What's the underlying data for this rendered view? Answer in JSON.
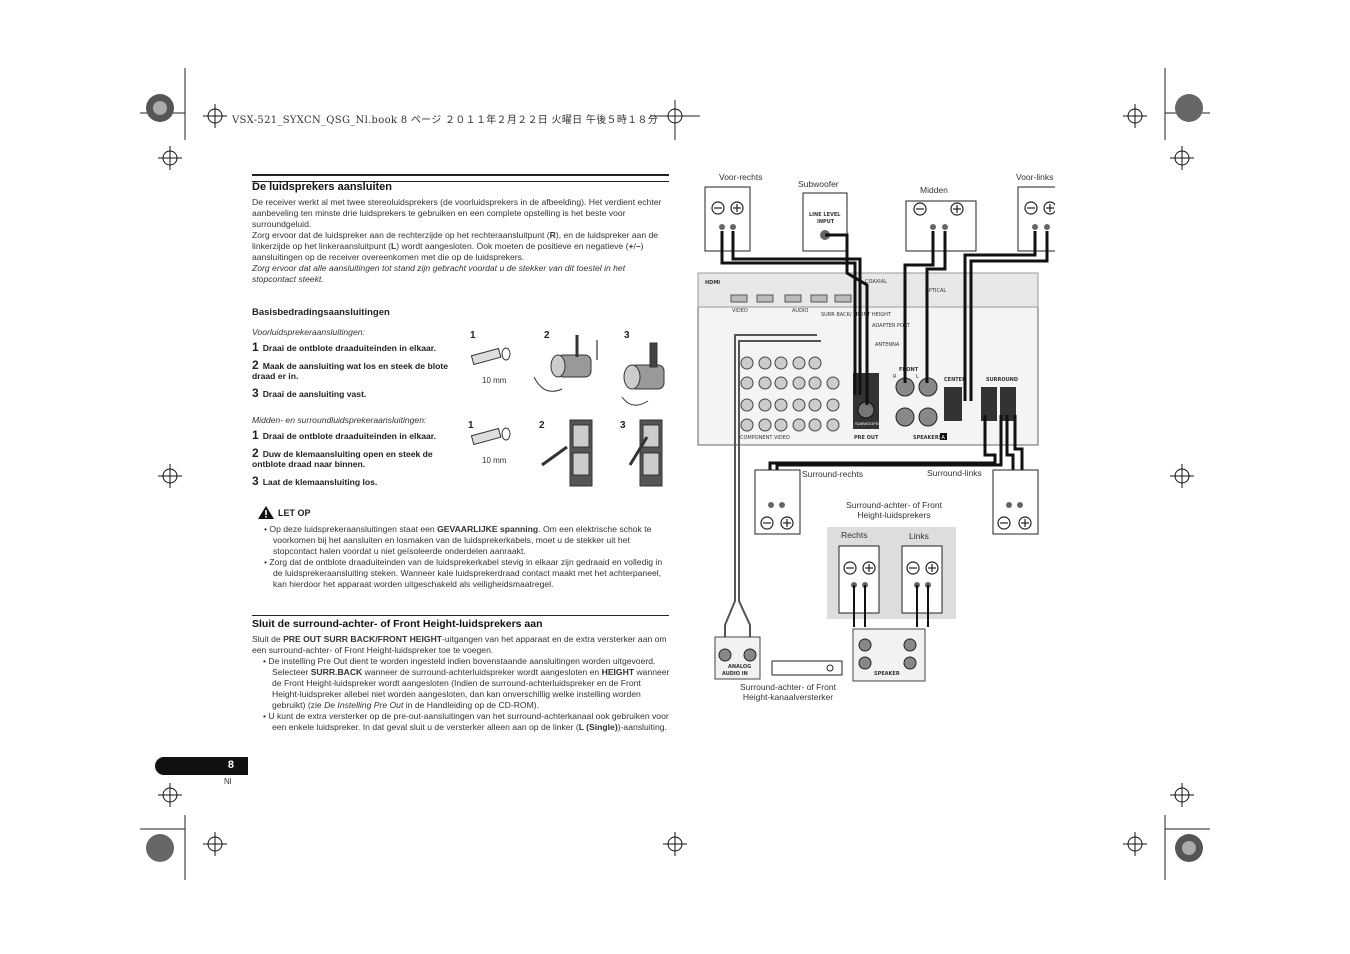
{
  "header": {
    "file_info": "VSX-521_SYXCN_QSG_Nl.book  8 ページ  ２０１１年２月２２日  火曜日  午後５時１８分"
  },
  "section1": {
    "title": "De luidsprekers aansluiten",
    "p1": "De receiver werkt al met twee stereoluidsprekers (de voorluidsprekers in de afbeelding). Het verdient echter aanbeveling ten minste drie luidsprekers te gebruiken en een complete opstelling is het beste voor surroundgeluid.",
    "p2_a": "Zorg ervoor dat de luidspreker aan de rechterzijde op het rechteraansluitpunt (",
    "p2_b": "R",
    "p2_c": "), en de luidspreker aan de linkerzijde op het linkeraansluitpunt (",
    "p2_d": "L",
    "p2_e": ") wordt aangesloten. Ook moeten de positieve en negatieve (",
    "p2_f": "+",
    "p2_g": "/",
    "p2_h": "–",
    "p2_i": ") aansluitingen op de receiver overeenkomen met die op de luidsprekers.",
    "p3": "Zorg ervoor dat alle aansluitingen tot stand zijn gebracht voordat u de stekker van dit toestel in het stopcontact steekt."
  },
  "basics": {
    "title": "Basisbedradingsaansluitingen",
    "front_sub": "Voorluidsprekeraansluitingen:",
    "front_steps": [
      {
        "n": "1",
        "text": "Draai de ontblote draaduiteinden in elkaar."
      },
      {
        "n": "2",
        "text": "Maak de aansluiting wat los en steek de blote draad er in."
      },
      {
        "n": "3",
        "text": "Draai de aansluiting vast."
      }
    ],
    "surround_sub": "Midden- en surroundluidsprekeraansluitingen:",
    "surround_steps": [
      {
        "n": "1",
        "text": "Draai de ontblote draaduiteinden in elkaar."
      },
      {
        "n": "2",
        "text": "Duw de klemaansluiting open en steek de ontblote draad naar binnen."
      },
      {
        "n": "3",
        "text": "Laat de klemaansluiting los."
      }
    ],
    "fig_nums": [
      "1",
      "2",
      "3"
    ],
    "mm_label": "10 mm"
  },
  "caution": {
    "title": "LET OP",
    "b1_a": "Op deze luidsprekeraansluitingen staat een ",
    "b1_b": "GEVAARLIJKE spanning",
    "b1_c": ". Om een elektrische schok te voorkomen bij het aansluiten en losmaken van de luidsprekerkabels, moet u de stekker uit het stopcontact halen voordat u niet geïsoleerde onderdelen aanraakt.",
    "b2": "Zorg dat de ontblote draaduiteinden van de luidsprekerkabel stevig in elkaar zijn gedraaid en volledig in de luidsprekeraansluiting steken. Wanneer kale luidsprekerdraad contact maakt met het achterpaneel, kan hierdoor het apparaat worden uitgeschakeld als veiligheidsmaatregel."
  },
  "section2": {
    "title": "Sluit de surround-achter- of Front Height-luidsprekers aan",
    "p1_a": "Sluit de ",
    "p1_b": "PRE OUT SURR BACK/FRONT HEIGHT",
    "p1_c": "-uitgangen van het apparaat en de extra versterker aan om een surround-achter- of Front Height-luidspreker toe te voegen.",
    "b1_a": "De instelling Pre Out dient te worden ingesteld indien bovenstaande aansluitingen worden uitgevoerd. Selecteer ",
    "b1_b": "SURR.BACK",
    "b1_c": " wanneer de surround-achterluidspreker wordt aangesloten en ",
    "b1_d": "HEIGHT",
    "b1_e": " wanneer de Front Height-luidspreker wordt aangesloten (Indien de surround-achterluidspreker en de Front Height-luidspreker allebei niet worden aangesloten, dan kan onverschillig welke instelling worden gebruikt) (zie ",
    "b1_f": "De Instelling Pre Out",
    "b1_g": " in de Handleiding op de CD-ROM).",
    "b2_a": "U kunt de extra versterker op de pre-out-aansluitingen van het surround-achterkanaal ook gebruiken voor een enkele luidspreker. In dat geval sluit u de versterker alleen aan op de linker (",
    "b2_b": "L (Single)",
    "b2_c": ")-aansluiting."
  },
  "page": {
    "number": "8",
    "lang": "Nl"
  },
  "diagram": {
    "voor_rechts": "Voor-rechts",
    "subwoofer": "Subwoofer",
    "midden": "Midden",
    "voor_links": "Voor-links",
    "surround_rechts": "Surround-rechts",
    "surround_links": "Surround-links",
    "back_title_1": "Surround-achter- of Front",
    "back_title_2": "Height-luidsprekers",
    "rechts": "Rechts",
    "links": "Links",
    "amp_label_1": "Surround-achter- of Front",
    "amp_label_2": "Height-kanaalversterker",
    "line_level_1": "LINE LEVEL",
    "line_level_2": "INPUT",
    "panel_hdmi": "HDMI",
    "panel_video": "VIDEO",
    "panel_audio": "AUDIO",
    "panel_component": "COMPONENT VIDEO",
    "panel_pre_out": "PRE OUT",
    "panel_subwoofer": "SUBWOOFER",
    "panel_speakers": "SPEAKERS",
    "panel_speakers_badge": "A",
    "panel_front": "FRONT",
    "panel_center": "CENTER",
    "panel_surround": "SURROUND",
    "panel_antenna": "ANTENNA",
    "panel_adapter": "ADAPTER PORT",
    "panel_optical": "OPTICAL",
    "panel_coaxial": "COAXIAL",
    "panel_surr_back": "SURR BACK/ FRONT HEIGHT",
    "panel_r": "R",
    "panel_l": "L",
    "amp_analog": "ANALOG",
    "amp_audio_in": "AUDIO IN",
    "amp_speaker": "SPEAKER"
  }
}
